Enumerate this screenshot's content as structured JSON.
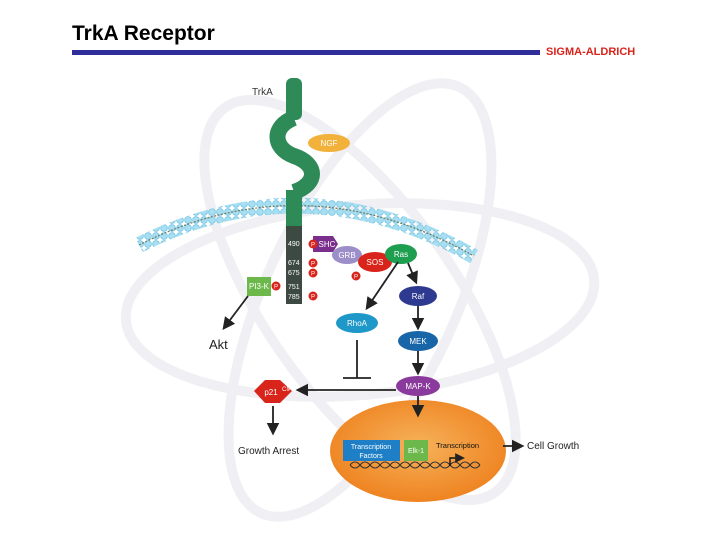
{
  "header": {
    "title": "TrkA Receptor",
    "brand": "SIGMA-ALDRICH"
  },
  "diagram": {
    "receptor_label": "TrkA",
    "ligand": "NGF",
    "residues": [
      "490",
      "674",
      "675",
      "751",
      "785"
    ],
    "phospho": "P",
    "nodes": {
      "shc": "SHC",
      "grb": "GRB",
      "sos": "SOS",
      "ras": "Ras",
      "raf": "Raf",
      "rhoa": "RhoA",
      "mek": "MEK",
      "mapk": "MAP-K",
      "pi3k": "PI3-K",
      "p21": "p21",
      "p21_sup": "CIP",
      "elk1": "Elk-1",
      "tf_line1": "Transcription",
      "tf_line2": "Factors",
      "transcription": "Transcription"
    },
    "outputs": {
      "akt": "Akt",
      "growth_arrest": "Growth Arrest",
      "cell_growth": "Cell Growth"
    },
    "colors": {
      "receptor": "#2e8b57",
      "receptor_dark": "#3c4a42",
      "membrane": "#8fd6f0",
      "ngf": "#f2b13a",
      "shc": "#7b2f8c",
      "grb": "#9b8ec9",
      "sos": "#d9241c",
      "ras": "#1e9e4f",
      "raf": "#2e3a8f",
      "rhoa": "#1e98c9",
      "mek": "#1866a8",
      "mapk": "#8a3a9c",
      "pi3k": "#6db84a",
      "p21": "#d9241c",
      "nucleus": "#f08a24",
      "tf": "#1e7fc6",
      "elk1": "#6db84a",
      "header_rule": "#2e2d9a",
      "brand": "#d9241c"
    }
  }
}
